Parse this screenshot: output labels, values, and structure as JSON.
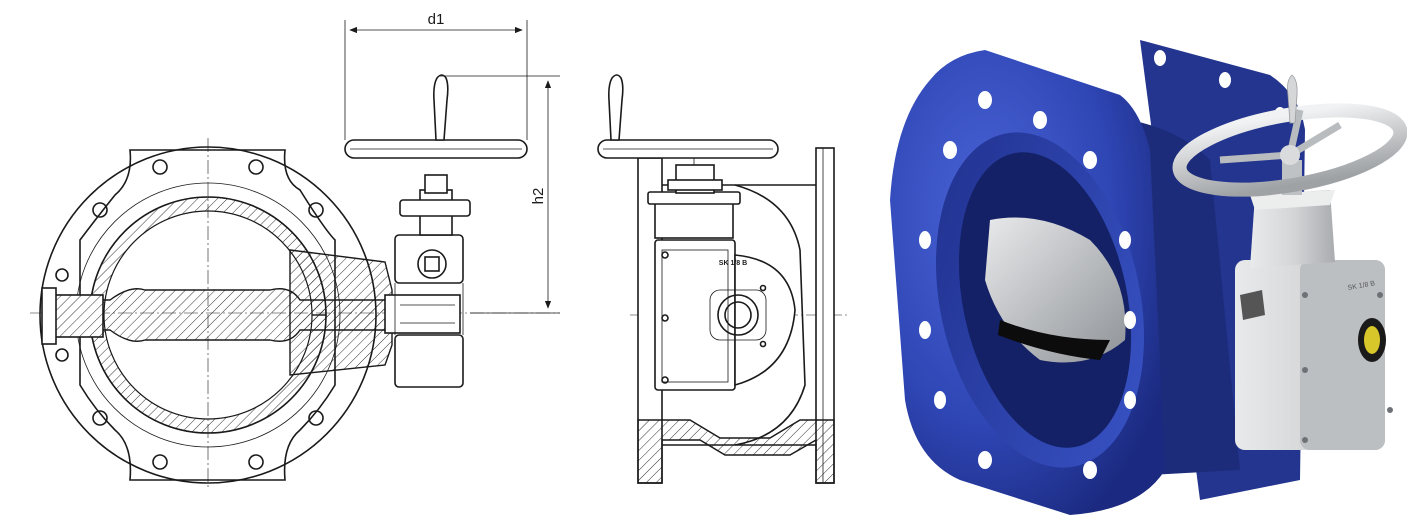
{
  "dimensions": {
    "width_label": "d1",
    "height_label": "h2"
  },
  "labels": {
    "gearbox_plate": "SK 1/8 B",
    "photo_gearbox_plate": "SK 1/8 B"
  },
  "colors": {
    "line": "#1a1a1a",
    "valve_body_blue": "#2f46b5",
    "valve_body_dark": "#1b2a80",
    "actuator_grey": "#d4d6d8",
    "handwheel_silver": "#c9cbcd",
    "sight_glass_yellow": "#d8c72a"
  }
}
